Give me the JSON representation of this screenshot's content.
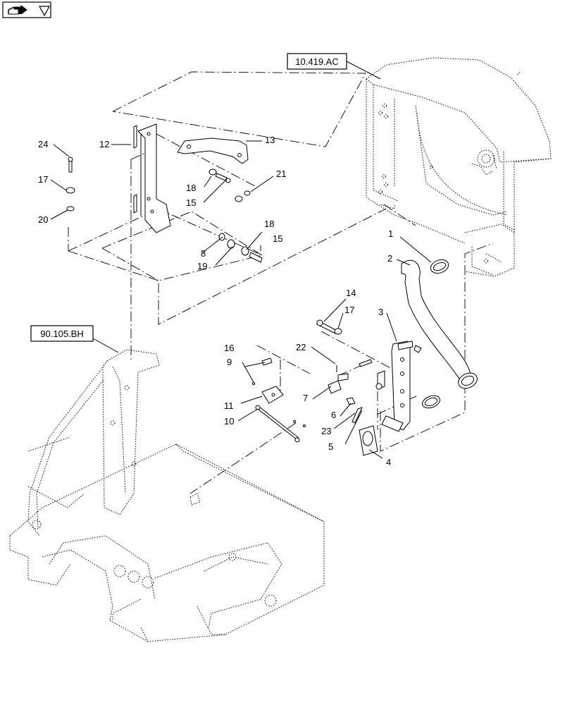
{
  "nav_icon": {
    "name": "arrow-right-icon"
  },
  "references": [
    {
      "id": "ref-top",
      "label": "10.419.AC"
    },
    {
      "id": "ref-left",
      "label": "90.105.BH"
    }
  ],
  "callouts": [
    {
      "id": "c1",
      "text": "1"
    },
    {
      "id": "c2",
      "text": "2"
    },
    {
      "id": "c3",
      "text": "3"
    },
    {
      "id": "c4",
      "text": "4"
    },
    {
      "id": "c5",
      "text": "5"
    },
    {
      "id": "c6",
      "text": "6"
    },
    {
      "id": "c7",
      "text": "7"
    },
    {
      "id": "c8",
      "text": "8"
    },
    {
      "id": "c9",
      "text": "9"
    },
    {
      "id": "c10",
      "text": "10"
    },
    {
      "id": "c11",
      "text": "11"
    },
    {
      "id": "c12",
      "text": "12"
    },
    {
      "id": "c13",
      "text": "13"
    },
    {
      "id": "c14",
      "text": "14"
    },
    {
      "id": "c15a",
      "text": "15"
    },
    {
      "id": "c15b",
      "text": "15"
    },
    {
      "id": "c16",
      "text": "16"
    },
    {
      "id": "c17a",
      "text": "17"
    },
    {
      "id": "c17b",
      "text": "17"
    },
    {
      "id": "c18a",
      "text": "18"
    },
    {
      "id": "c18b",
      "text": "18"
    },
    {
      "id": "c19",
      "text": "19"
    },
    {
      "id": "c20",
      "text": "20"
    },
    {
      "id": "c21",
      "text": "21"
    },
    {
      "id": "c22",
      "text": "22"
    },
    {
      "id": "c23",
      "text": "23"
    },
    {
      "id": "c24",
      "text": "24"
    }
  ]
}
